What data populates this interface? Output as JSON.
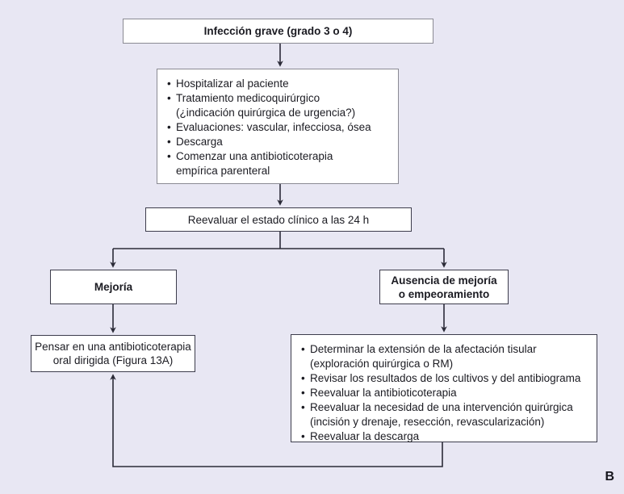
{
  "figure": {
    "panel_label": "B",
    "background_color": "#e8e7f3",
    "box_fill": "#ffffff",
    "border_gray": "#8a8a93",
    "border_dark": "#3d3d4c",
    "connector_color": "#2b2b38"
  },
  "nodes": {
    "severe_infection": {
      "title": "Infección grave (grado 3 o 4)"
    },
    "initial_actions": {
      "bullets": [
        {
          "text": "Hospitalizar al paciente",
          "continuation": ""
        },
        {
          "text": "Tratamiento medicoquirúrgico",
          "continuation": "(¿indicación quirúrgica de urgencia?)"
        },
        {
          "text": "Evaluaciones: vascular, infecciosa, ósea",
          "continuation": ""
        },
        {
          "text": "Descarga",
          "continuation": ""
        },
        {
          "text": "Comenzar una antibioticoterapia",
          "continuation": "empírica parenteral"
        }
      ]
    },
    "reassess_24h": {
      "title": "Reevaluar el estado clínico a las 24 h"
    },
    "improvement": {
      "title": "Mejoría"
    },
    "no_improvement": {
      "line1": "Ausencia de mejoría",
      "line2": "o empeoramiento"
    },
    "oral_therapy": {
      "line1": "Pensar en una antibioticoterapia",
      "line2": "oral dirigida (Figura 13A)"
    },
    "escalation_actions": {
      "bullets": [
        {
          "text": "Determinar la extensión de la afectación tisular",
          "continuation": "(exploración quirúrgica o RM)"
        },
        {
          "text": "Revisar los resultados de los cultivos y del antibiograma",
          "continuation": ""
        },
        {
          "text": "Reevaluar la antibioticoterapia",
          "continuation": ""
        },
        {
          "text": "Reevaluar la necesidad de una intervención quirúrgica",
          "continuation": "(incisión y drenaje, resección, revascularización)"
        },
        {
          "text": "Reevaluar la descarga",
          "continuation": ""
        }
      ]
    }
  },
  "bullet_glyph": "•"
}
